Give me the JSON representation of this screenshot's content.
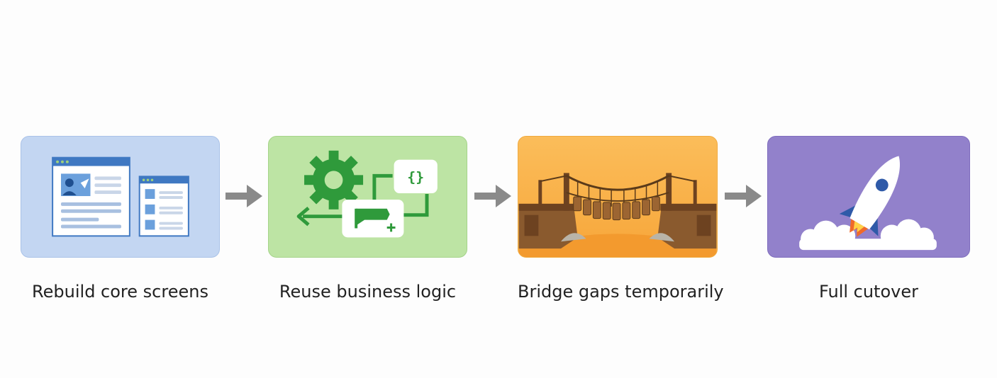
{
  "stages": [
    {
      "label": "Rebuild core screens",
      "icon": "screens-icon",
      "color": "#c3d6f2"
    },
    {
      "label": "Reuse business logic",
      "icon": "gear-code-icon",
      "color": "#bde4a4"
    },
    {
      "label": "Bridge gaps temporarily",
      "icon": "bridge-icon",
      "color": "#fbbd5a"
    },
    {
      "label": "Full cutover",
      "icon": "rocket-icon",
      "color": "#9281cb"
    }
  ],
  "arrow_color": "#8a8a8a",
  "code_glyph": "{}"
}
